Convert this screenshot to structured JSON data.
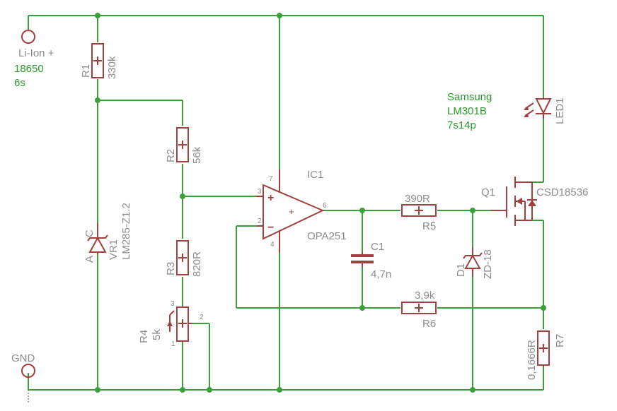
{
  "colors": {
    "wire": "#3aa13a",
    "part": "#a0413f",
    "label": "#8c8c8c",
    "note": "#2a9a2a"
  },
  "supply": {
    "label": "Li-Ion +",
    "note_line1": "18650",
    "note_line2": "6s"
  },
  "ground": {
    "label": "GND"
  },
  "led_note": {
    "line1": "Samsung",
    "line2": "LM301B",
    "line3": "7s14p"
  },
  "r1": {
    "name": "R1",
    "value": "330k"
  },
  "r2": {
    "name": "R2",
    "value": "56k"
  },
  "r3": {
    "name": "R3",
    "value": "820R"
  },
  "r4": {
    "name": "R4",
    "value": "5k",
    "pin1": "1",
    "pin2": "2",
    "pin3": "3"
  },
  "r5": {
    "name": "R5",
    "value": "390R"
  },
  "r6": {
    "name": "R6",
    "value": "3,9k"
  },
  "r7": {
    "name": "R7",
    "value": "0,1666R"
  },
  "vr1": {
    "name": "VR1",
    "value": "LM285-Z1.2",
    "pin_a": "A",
    "pin_c": "C"
  },
  "ic1": {
    "name": "IC1",
    "value": "OPA251",
    "pin2": "2",
    "pin3": "3",
    "pin4": "4",
    "pin6": "6",
    "pin7": "7",
    "plus": "+",
    "minus": "−"
  },
  "c1": {
    "name": "C1",
    "value": "4,7n"
  },
  "d1": {
    "name": "D1",
    "value": "ZD-18"
  },
  "q1": {
    "name": "Q1",
    "value": "CSD18536"
  },
  "led1": {
    "name": "LED1"
  }
}
